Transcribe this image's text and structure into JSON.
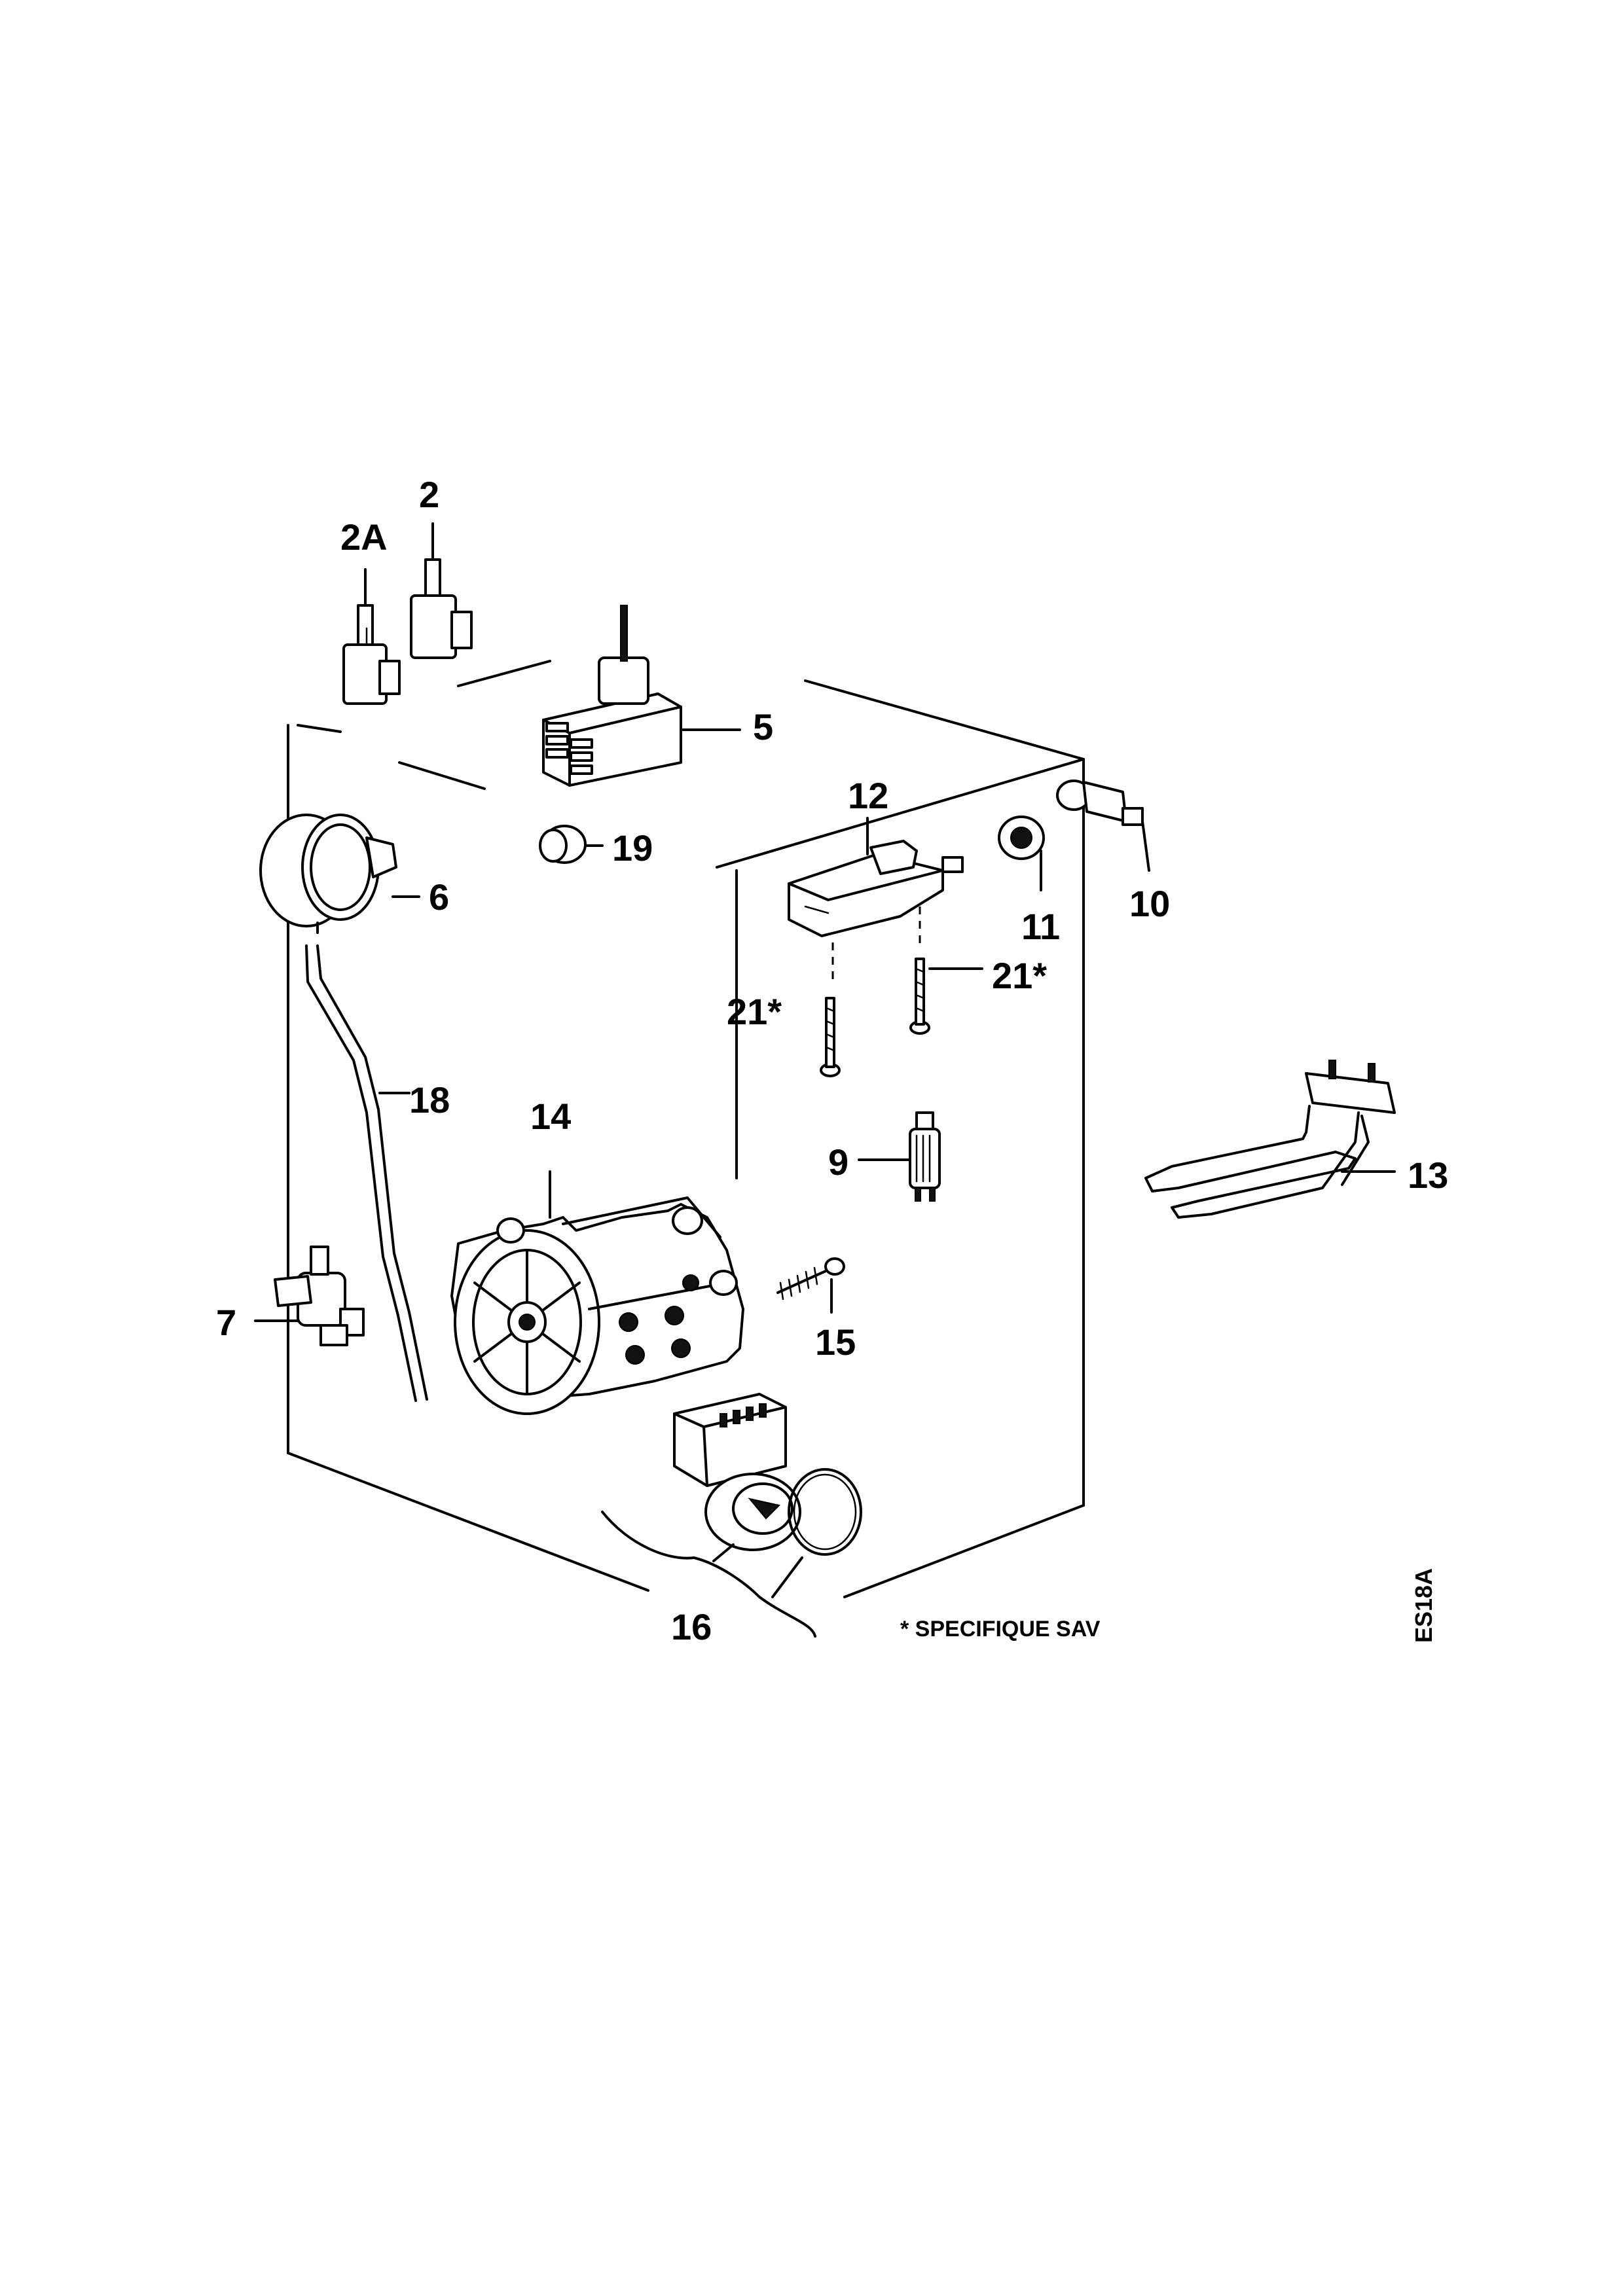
{
  "callouts": {
    "c2": "2",
    "c2a": "2A",
    "c5": "5",
    "c6": "6",
    "c7": "7",
    "c9": "9",
    "c10": "10",
    "c11": "11",
    "c12": "12",
    "c13": "13",
    "c14": "14",
    "c15": "15",
    "c16": "16",
    "c18": "18",
    "c19": "19",
    "c21a": "21*",
    "c21b": "21*"
  },
  "footnote": "* SPECIFIQUE SAV",
  "diagram_code": "ES18A"
}
